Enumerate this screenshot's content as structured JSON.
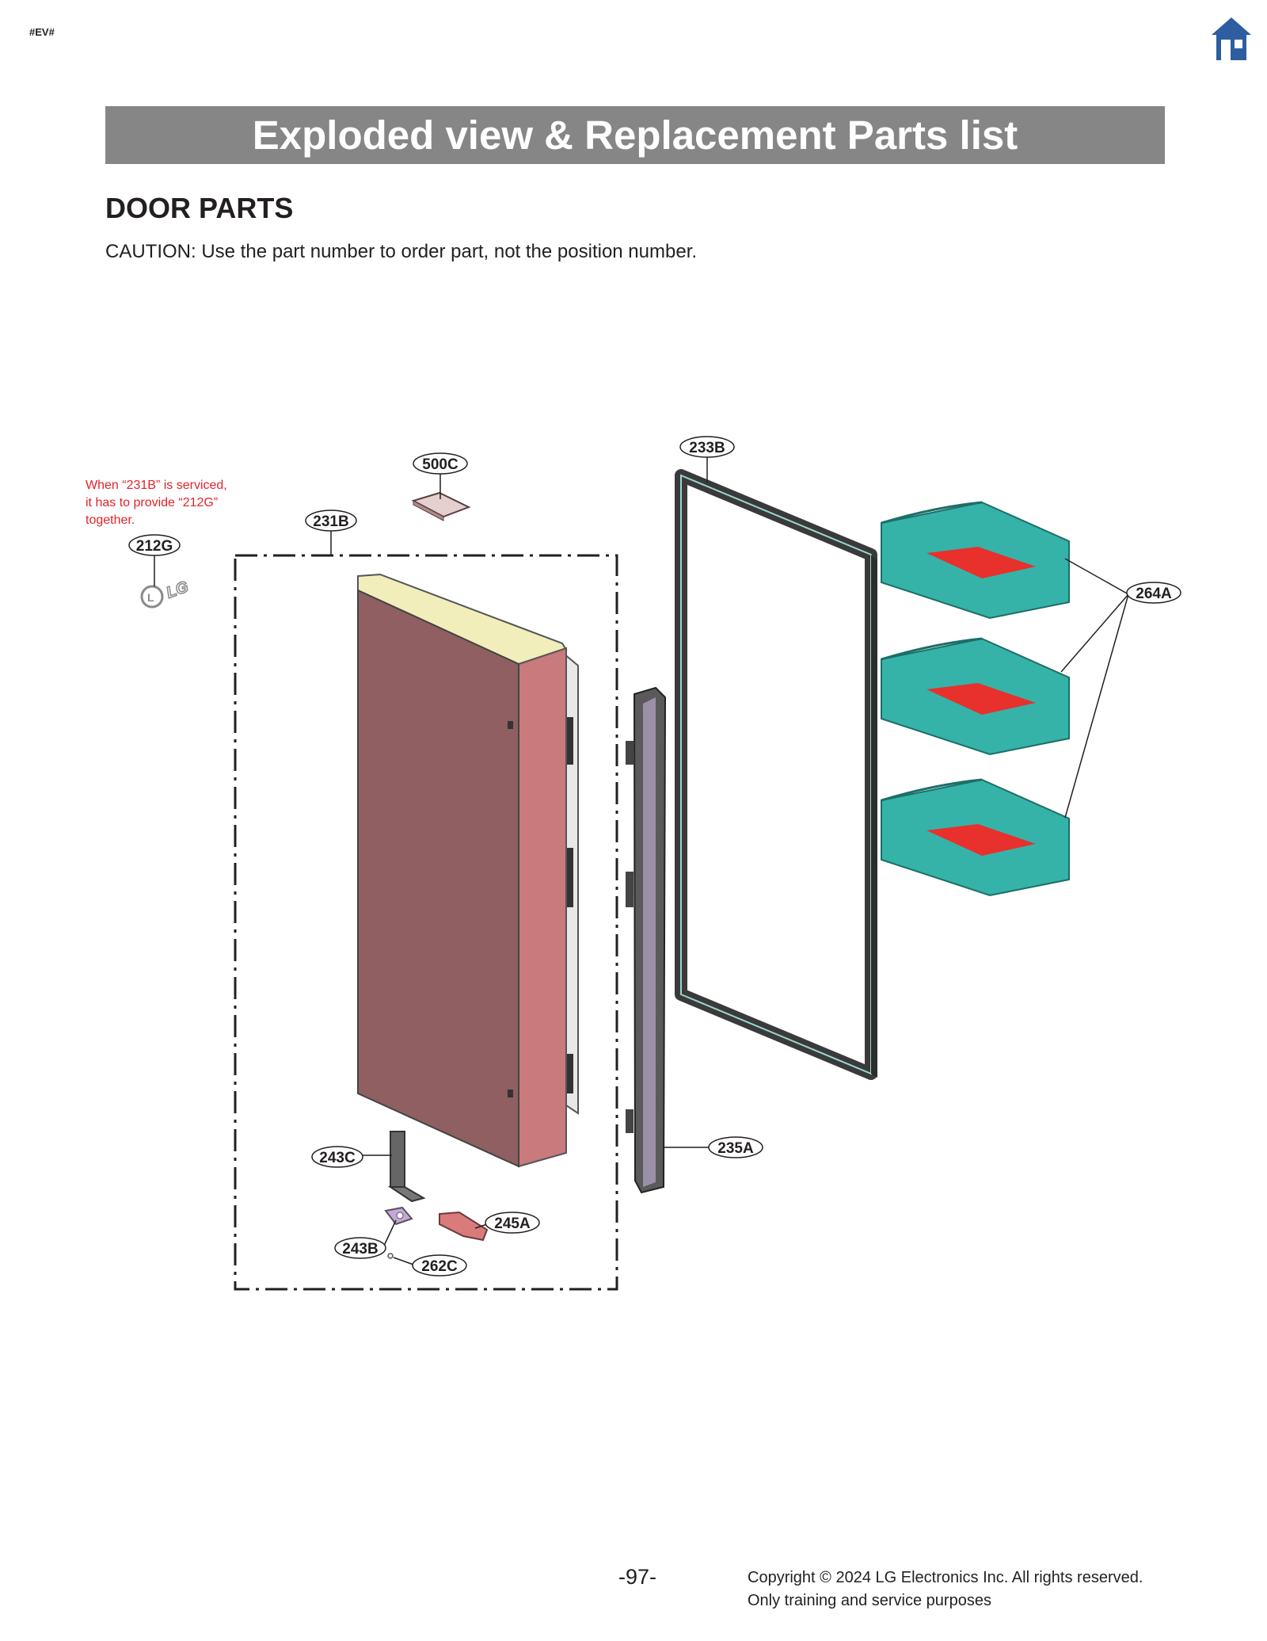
{
  "header": {
    "ev_tag": "#EV#",
    "home_icon": "home-icon",
    "title": "Exploded view & Replacement Parts list"
  },
  "section": {
    "title": "DOOR PARTS",
    "caution": "CAUTION: Use the part number to order part, not the position number."
  },
  "diagram": {
    "service_note": "When “231B” is serviced,\nit has to provide “212G”\ntogether.",
    "logo_text": "LG",
    "callouts": {
      "c212G": "212G",
      "c231B": "231B",
      "c500C": "500C",
      "c233B": "233B",
      "c264A": "264A",
      "c235A": "235A",
      "c243C": "243C",
      "c245A": "245A",
      "c243B": "243B",
      "c262C": "262C"
    },
    "colors": {
      "door_front": "#8f5f61",
      "door_side": "#c87a7c",
      "door_top": "#f1eebb",
      "gasket": "#3a3a3a",
      "bin_teal": "#35b3a8",
      "bin_floor": "#e8302d",
      "note_red": "#e3232a",
      "title_bar": "#868686",
      "home_blue": "#2e5e9f"
    }
  },
  "footer": {
    "page_number": "-97-",
    "copyright_line1": "Copyright © 2024 LG Electronics Inc. All rights reserved.",
    "copyright_line2": "Only training and service purposes"
  }
}
